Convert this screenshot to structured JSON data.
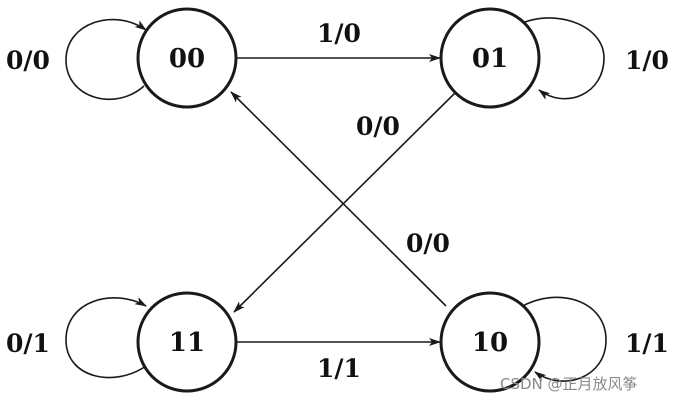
{
  "states": [
    {
      "id": "s00",
      "label": "00"
    },
    {
      "id": "s01",
      "label": "01"
    },
    {
      "id": "s11",
      "label": "11"
    },
    {
      "id": "s10",
      "label": "10"
    }
  ],
  "transitions": [
    {
      "id": "t00-00",
      "from": "00",
      "to": "00",
      "label": "0/0"
    },
    {
      "id": "t00-01",
      "from": "00",
      "to": "01",
      "label": "1/0"
    },
    {
      "id": "t01-01",
      "from": "01",
      "to": "01",
      "label": "1/0"
    },
    {
      "id": "t01-11",
      "from": "01",
      "to": "11",
      "label": "0/0"
    },
    {
      "id": "t10-00",
      "from": "10",
      "to": "00",
      "label": "0/0"
    },
    {
      "id": "t11-11",
      "from": "11",
      "to": "11",
      "label": "0/1"
    },
    {
      "id": "t11-10",
      "from": "11",
      "to": "10",
      "label": "1/1"
    },
    {
      "id": "t10-10",
      "from": "10",
      "to": "10",
      "label": "1/1"
    }
  ],
  "watermark": "CSDN @正月放风筝",
  "colors": {
    "stroke": "#1a1a1a",
    "text": "#111111",
    "watermark": "#8a8a8a"
  }
}
